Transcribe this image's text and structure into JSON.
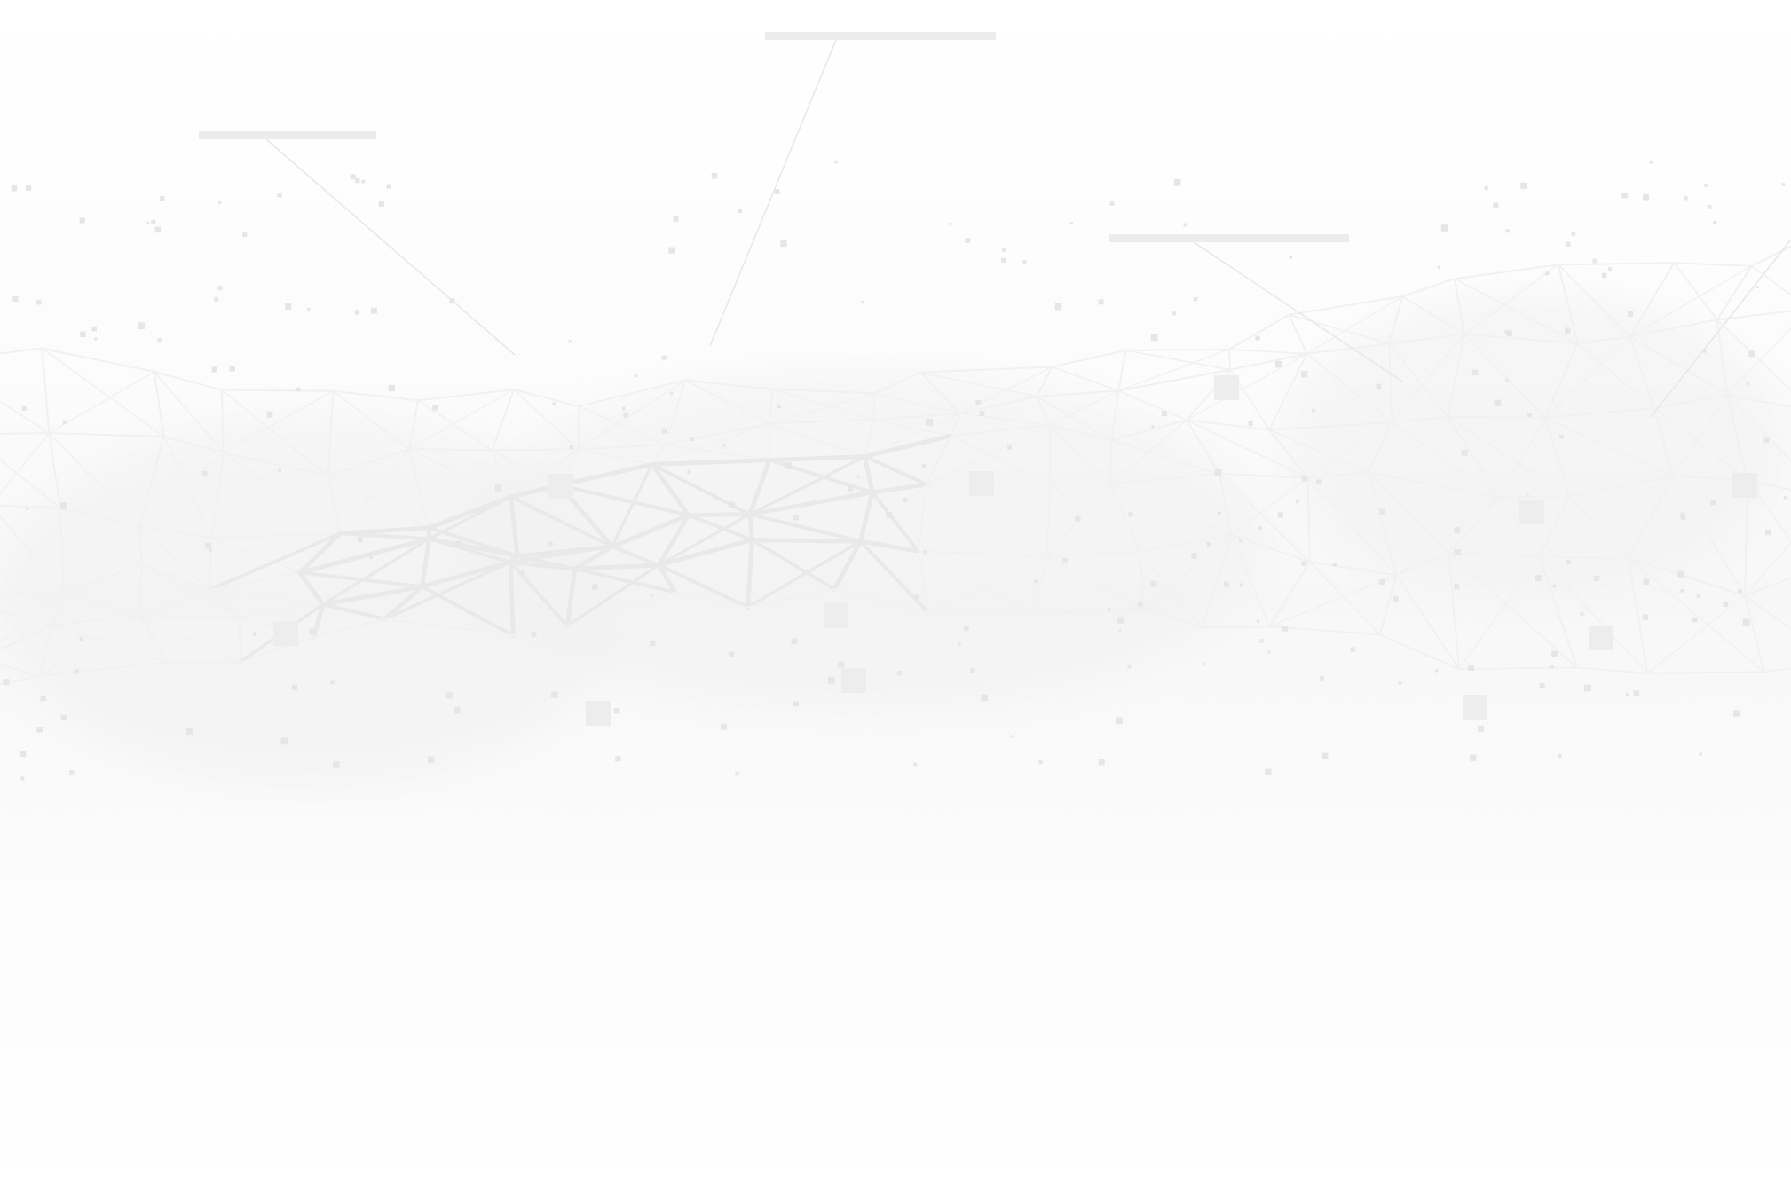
{
  "scene": {
    "description_kind": "abstract-background",
    "palette": {
      "background": "#ffffff",
      "mesh_stroke": "#e9e9e9",
      "mesh_stroke_light": "#f1f1f1",
      "dot": "#e6e6e6",
      "block": "#ededed"
    },
    "icons": [
      "wireframe-mesh",
      "particle-dots",
      "callout-line"
    ]
  }
}
